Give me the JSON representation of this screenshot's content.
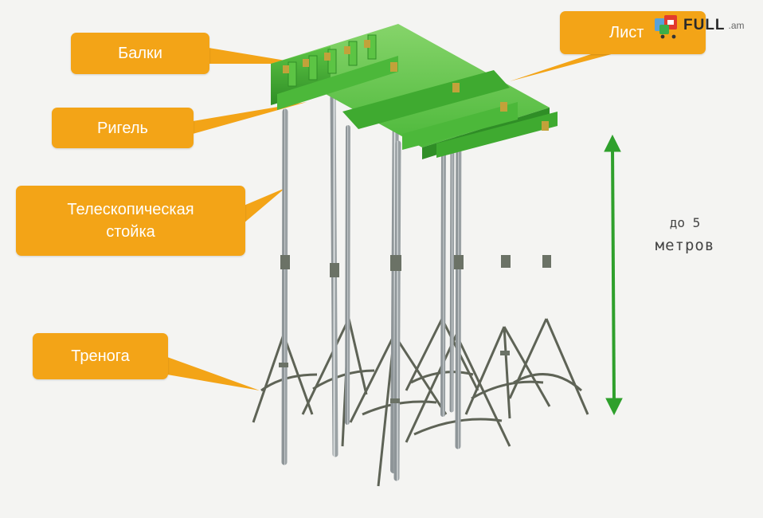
{
  "labels": {
    "balki": "Балки",
    "rigel": "Ригель",
    "stoika_line1": "Телескопическая",
    "stoika_line2": "стойка",
    "trenoga": "Тренога",
    "list": "Лист"
  },
  "height_note": {
    "line1": "до 5",
    "line2": "метров"
  },
  "logo": {
    "text": "FULL",
    "suffix": ".am"
  },
  "colors": {
    "label_bg": "#f3a417",
    "beam_green": "#4cb83a",
    "arrow_green": "#2fa02c",
    "steel": "#b9bfc2"
  }
}
